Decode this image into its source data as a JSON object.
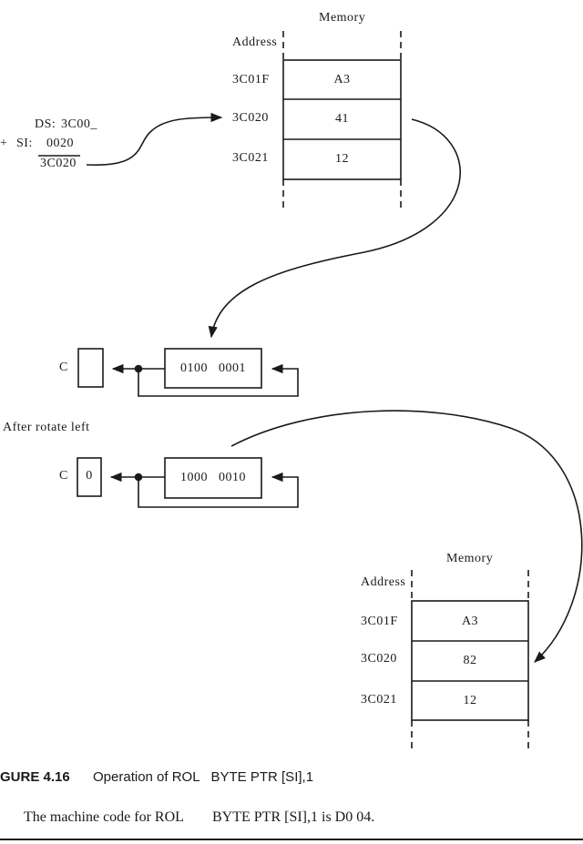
{
  "memory_top": {
    "title": "Memory",
    "address_label": "Address",
    "rows": [
      {
        "address": "3C01F",
        "value": "A3"
      },
      {
        "address": "3C020",
        "value": "41"
      },
      {
        "address": "3C021",
        "value": "12"
      }
    ]
  },
  "address_calc": {
    "ds_label": "DS:",
    "ds_value": "3C00_",
    "plus": "+",
    "si_label": "SI:",
    "si_value": "0020",
    "result": "3C020"
  },
  "register_before": {
    "carry_label": "C",
    "carry_value": "",
    "value": "0100   0001"
  },
  "after_label": "After rotate left",
  "register_after": {
    "carry_label": "C",
    "carry_value": "0",
    "value": "1000   0010"
  },
  "memory_bottom": {
    "title": "Memory",
    "address_label": "Address",
    "rows": [
      {
        "address": "3C01F",
        "value": "A3"
      },
      {
        "address": "3C020",
        "value": "82"
      },
      {
        "address": "3C021",
        "value": "12"
      }
    ]
  },
  "caption": {
    "label": "GURE 4.16",
    "text": "Operation of ROL   BYTE PTR [SI],1"
  },
  "body_text": {
    "lead": "The machine code for ROL",
    "rest": "BYTE PTR [SI],1 is D0 04."
  }
}
